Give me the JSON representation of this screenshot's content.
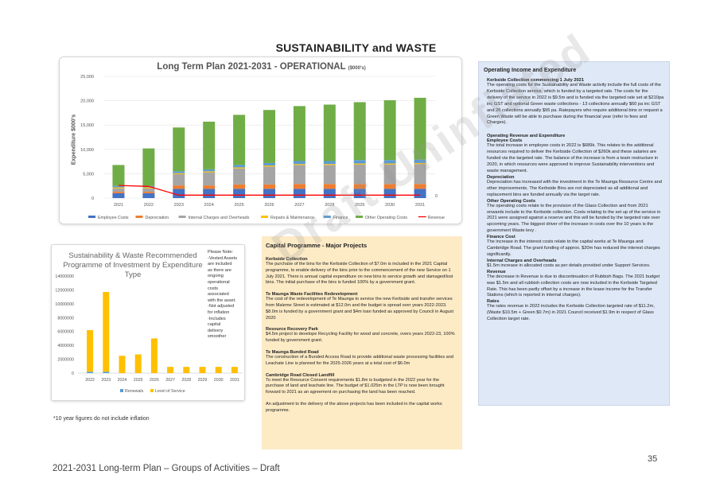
{
  "page": {
    "title": "SUSTAINABILITY and WASTE",
    "footer": "2021-2031 Long-term Plan – Groups of Activities – Draft",
    "page_number": "35",
    "watermark": "Draft Uninfiated",
    "inflation_note": "*10 year figures do not include inflation"
  },
  "chart_data": [
    {
      "type": "bar",
      "title": "Long Term Plan 2021-2031 - OPERATIONAL",
      "title_unit": "($000's)",
      "ylabel": "Expenditure $000's",
      "ylim": [
        0,
        25000
      ],
      "yticks": [
        "0",
        "5,000",
        "10,000",
        "15,000",
        "20,000",
        "25,000"
      ],
      "categories": [
        "2021",
        "2022",
        "2023",
        "2024",
        "2025",
        "2026",
        "2027",
        "2028",
        "2029",
        "2030",
        "2031"
      ],
      "stacked": true,
      "series": [
        {
          "name": "Employee Costs",
          "color": "#4472c4",
          "values": [
            1000,
            1000,
            1900,
            1900,
            1900,
            1900,
            1900,
            1900,
            1900,
            1900,
            1900
          ]
        },
        {
          "name": "Depreciation",
          "color": "#ed7d31",
          "values": [
            300,
            300,
            700,
            700,
            900,
            900,
            1000,
            1000,
            1000,
            1000,
            1000
          ]
        },
        {
          "name": "Internal Charges and Overheads",
          "color": "#a5a5a5",
          "values": [
            700,
            700,
            2300,
            2700,
            3300,
            3700,
            3900,
            3900,
            4000,
            4000,
            4100
          ]
        },
        {
          "name": "Repairs & Maintenance",
          "color": "#ffc000",
          "values": [
            200,
            200,
            200,
            200,
            200,
            200,
            200,
            200,
            200,
            200,
            200
          ]
        },
        {
          "name": "Finance",
          "color": "#5b9bd5",
          "values": [
            300,
            300,
            400,
            400,
            500,
            500,
            600,
            600,
            700,
            700,
            700
          ]
        },
        {
          "name": "Other Operating Costs",
          "color": "#70ad47",
          "values": [
            4300,
            7700,
            9000,
            9800,
            10300,
            10900,
            11300,
            11600,
            11900,
            12300,
            12700
          ]
        }
      ],
      "line_series": {
        "name": "Revenue",
        "color": "#ff0000",
        "values": [
          2600,
          2400,
          600,
          600,
          600,
          600,
          600,
          600,
          600,
          600,
          600
        ]
      },
      "annotation_last": "0",
      "legend": "bottom"
    },
    {
      "type": "bar",
      "title": "Sustainability & Waste Recommended Programme of Investment by Expenditure Type",
      "ylim": [
        0,
        14000000
      ],
      "yticks": [
        "0",
        "2000000",
        "4000000",
        "6000000",
        "8000000",
        "10000000",
        "12000000",
        "14000000"
      ],
      "categories": [
        "2022",
        "2023",
        "2024",
        "2025",
        "2026",
        "2027",
        "2028",
        "2029",
        "2030",
        "2031"
      ],
      "stacked": true,
      "series": [
        {
          "name": "Renewals",
          "color": "#5b9bd5",
          "values": [
            200000,
            200000,
            0,
            0,
            0,
            0,
            0,
            0,
            0,
            0
          ]
        },
        {
          "name": "Level of Service",
          "color": "#ffc000",
          "values": [
            6000000,
            11500000,
            2500000,
            2700000,
            5000000,
            900000,
            900000,
            900000,
            900000,
            900000
          ]
        }
      ],
      "legend": "bottom"
    }
  ],
  "chart2_note": [
    "Please Note:",
    "-Vested Assets",
    "are included",
    "as there are",
    "ongoing",
    "operational",
    "costs",
    "associated",
    "with the asset.",
    "-Not adjusted",
    "for inflation",
    "-Includes",
    "capital",
    "delivery",
    "smoother"
  ],
  "capital": {
    "heading": "Capital Programme - Major Projects",
    "items": [
      {
        "title": "Kerbside Collection",
        "text": "The purchase of the bins for the Kerbside Collection of $7.0m is included in the 2021 Capital programme, to enable delivery of the bins prior to the commencement of the new Service on 1 July 2021. There is annual capital expenditure on new bins to service growth and damaged/lost bins. The initial purchase of the bins is funded 100% by a government grant."
      },
      {
        "title": "Te Maunga Waste Facilities Redevelopment",
        "text": "The cost of the redevelopment of Te Maunga to service the new Kerbside and transfer services from Maleme Street is estimated at $12.0m and the budget is spread over years 2022-2023. $8.0m is funded by a government grant and $4m loan funded as approved by Council in August 2020"
      },
      {
        "title": "Resource Recovery Park",
        "text": "$4.5m project to develope Recycling Facility for wood and concrete, overs years 2022-23, 100% funded by government grant."
      },
      {
        "title": "Te Maunga Bunded Road",
        "text": "The construction of a Bunded Access Road to provide additional waste processing facilities and Leachate Line is planned for the 2025-2026 years at a total cost of $6.0m"
      },
      {
        "title": "Cambridge Road Closed Landfill",
        "text": "To meet the Resource Consent requirements $1.8m is budgeted in the 2022 year for the purchase of land and leachate line. The budget of $1.025m in the LTP is now been brought forward to 2021 as an agreement on purchasing the land has been reached."
      },
      {
        "title": "",
        "text": "An adjustment to the delivery of the above projects has been included in the capital works programme."
      }
    ]
  },
  "operating": {
    "heading": "Operating Income and Expenditure",
    "kerbside_title": "Kerbside Collection commencing 1 July 2021",
    "kerbside_text": "The operating costs for the Sustainability and Waste activity include the full costs of the Kerbside Collection service, which is funded by a targeted rate. The costs for the delivery of the service in 2022 is $9.5m and is funded via the targeted rate set at $210pa inc GST and optional Green waste collections - 13 collections annually $60 pa inc GST and 26 collections annually $95 pa. Ratepayers who require additional bins or request a Green Waste will be able to purchase during the financial year (refer to fees and Charges).",
    "rev_exp_title": "Operating Revenue and Expenditure",
    "items": [
      {
        "title": "Employee Costs",
        "text": "The total increase in employee costs in 2022 is $689k. This relates to the additional resources required to deliver the Kerbside Collection of $260k and these salaries are funded via the targeted rate. The balance of the increase is from a team restructure in 2020, in which resources were approved to improve Sustainability interventions and waste management."
      },
      {
        "title": "Depreciation",
        "text": "Depreciation has increased with the investment in the Te Maunga Resource Centre and other improvements. The Kerbside Bins are not depreciated as all additional and replacement bins are funded annually via the target rate."
      },
      {
        "title": "Other Operating Costs",
        "text": "The operating costs relate to the provision of the Glass Collection and from 2021 onwards include to the Kerbside collection. Costs relating to the set up of the service in 2021 were assigned against a reserve and this will be funded by the targeted rate over upcoming years. The biggest driver of the increase in costs over the 10 years is the government Waste levy ."
      },
      {
        "title": "Finance Cost",
        "text": "The increase in the interest costs relate to the capital works at Te Maunga and Cambridge Road. The grant funding of approx. $20m has reduced the interest charges significantly."
      },
      {
        "title": "Internal Charges and Overheads",
        "text": "$1.5m increase in allocated costs as per details provided under Support Services."
      },
      {
        "title": "Revenue",
        "text": "The decrease in Revenue is due to discontinuation of Rubbish Bags. The 2021 budget was $1.5m and all rubbish collection costs are now included in the Kerbside Targeted Rate. This has been partly offset by a increase in the lease income for the Transfer Stations (which is reported in internal charges)."
      },
      {
        "title": "Rates",
        "text": "The rates revenue in 2022 includes the Kerbside Collection targeted rate of $11.2m, (Waste $10.5m + Green $0.7m) in 2021 Council received $1.9m in respect of Glass Collection target rate."
      }
    ]
  }
}
